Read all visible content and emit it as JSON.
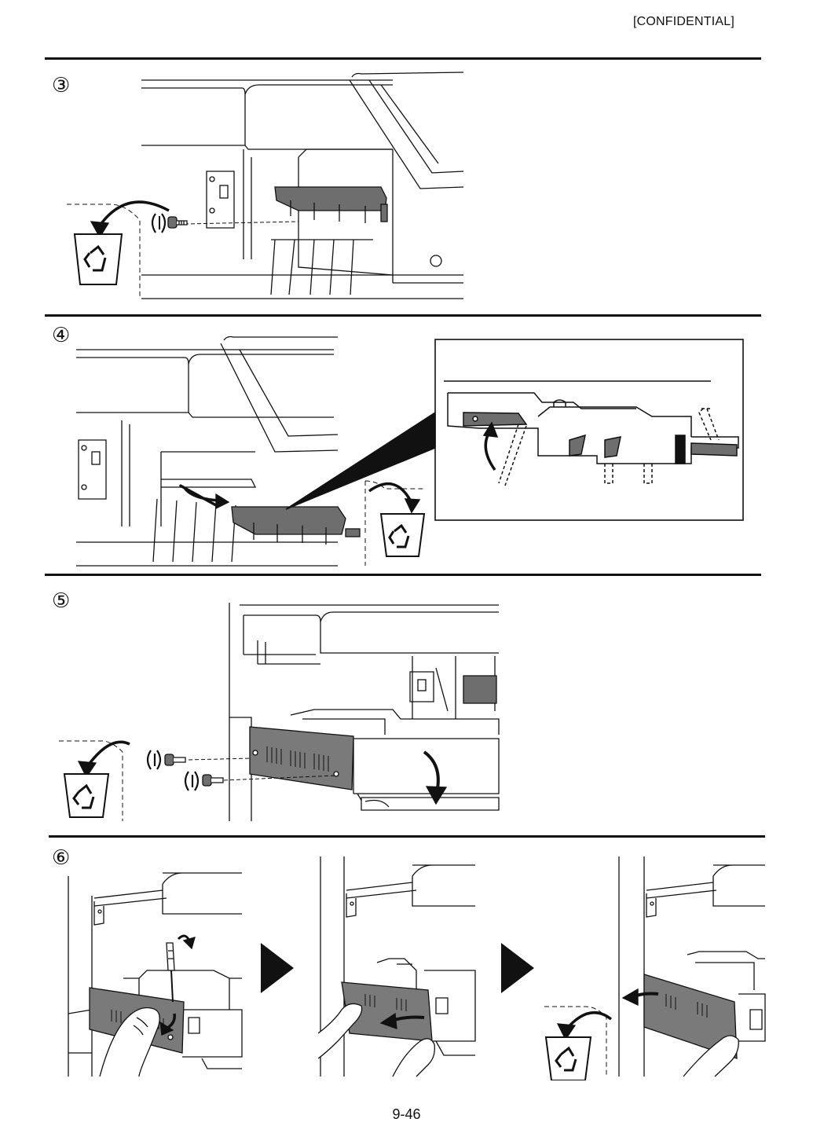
{
  "header": {
    "classification": "[CONFIDENTIAL]"
  },
  "steps": [
    {
      "marker": "③"
    },
    {
      "marker": "④"
    },
    {
      "marker": "⑤"
    },
    {
      "marker": "⑥"
    }
  ],
  "footer": {
    "page_number": "9-46"
  },
  "colors": {
    "ink": "#111111",
    "part_gray": "#6e6e6e",
    "panel_gray": "#7a7a7a",
    "light_fill": "#ffffff"
  },
  "icons": [
    "recycle-bin-icon",
    "screw-icon",
    "rotate-arrow-icon",
    "next-step-triangle-icon",
    "hand-icon",
    "screwdriver-icon"
  ]
}
